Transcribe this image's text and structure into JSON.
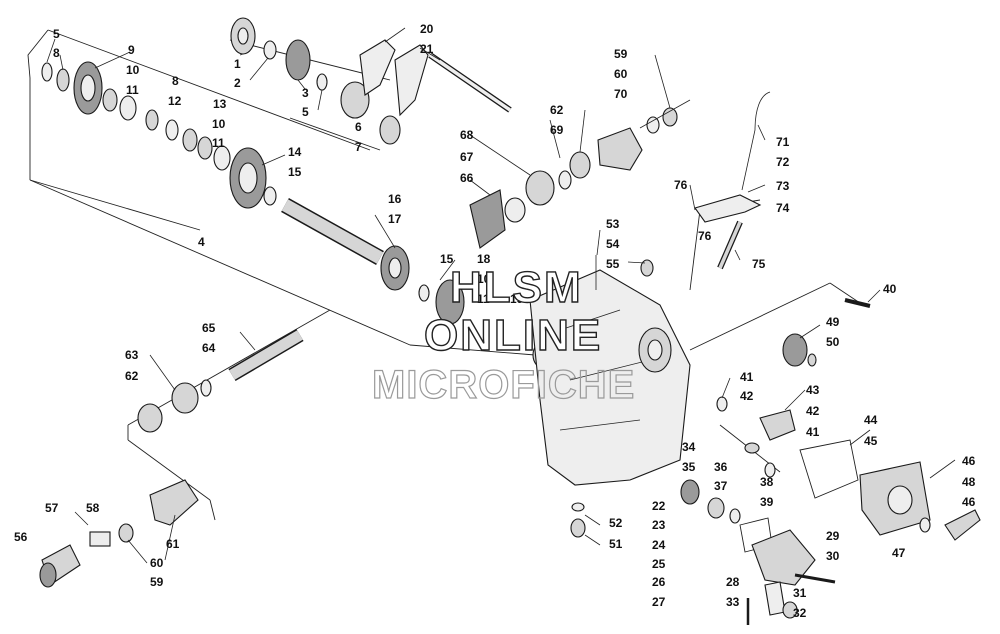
{
  "watermark": {
    "line1": "HLSM",
    "line2": "ONLINE",
    "line3": "MICROFICHE"
  },
  "labels": {
    "n1": "1",
    "n2": "2",
    "n3": "3",
    "n4": "4",
    "n5a": "5",
    "n5b": "5",
    "n6": "6",
    "n7": "7",
    "n8a": "8",
    "n8b": "8",
    "n9": "9",
    "n10a": "10",
    "n10b": "10",
    "n10c": "10",
    "n11a": "11",
    "n11b": "11",
    "n11c": "11",
    "n12": "12",
    "n13": "13",
    "n14": "14",
    "n15a": "15",
    "n15b": "15",
    "n16": "16",
    "n17": "17",
    "n18": "18",
    "n19": "19",
    "n20": "20",
    "n21": "21",
    "n22": "22",
    "n23": "23",
    "n24": "24",
    "n25": "25",
    "n26": "26",
    "n27": "27",
    "n28": "28",
    "n29": "29",
    "n30": "30",
    "n31": "31",
    "n32": "32",
    "n33": "33",
    "n34": "34",
    "n35": "35",
    "n36": "36",
    "n37": "37",
    "n38": "38",
    "n39": "39",
    "n40": "40",
    "n41a": "41",
    "n41b": "41",
    "n42a": "42",
    "n42b": "42",
    "n43": "43",
    "n44": "44",
    "n45": "45",
    "n46a": "46",
    "n46b": "46",
    "n47": "47",
    "n48": "48",
    "n49": "49",
    "n50": "50",
    "n51": "51",
    "n52": "52",
    "n53": "53",
    "n54": "54",
    "n55": "55",
    "n56": "56",
    "n57": "57",
    "n58": "58",
    "n59a": "59",
    "n59b": "59",
    "n60a": "60",
    "n60b": "60",
    "n61": "61",
    "n62a": "62",
    "n62b": "62",
    "n63": "63",
    "n64": "64",
    "n65": "65",
    "n66": "66",
    "n67": "67",
    "n68": "68",
    "n69": "69",
    "n70": "70",
    "n71": "71",
    "n72": "72",
    "n73": "73",
    "n74": "74",
    "n75": "75",
    "n76a": "76",
    "n76b": "76"
  }
}
